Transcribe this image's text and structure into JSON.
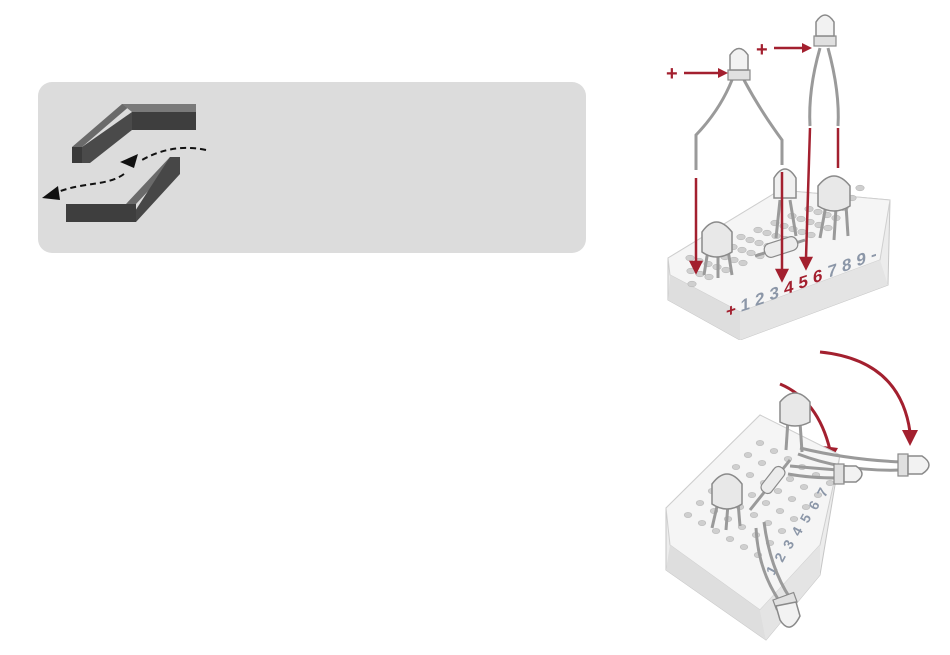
{
  "colors": {
    "panel_bg": "#dcdcdc",
    "accent_red": "#a3202f",
    "number_gray": "#8c97a8",
    "number_red": "#a3202f",
    "board_white": "#f3f3f3",
    "block_dark": "#4a4a4a"
  },
  "icons": {
    "panel_icon": "shortcut-wire-icon",
    "flip_arrow": "curved-arrow-icon"
  },
  "top_board": {
    "plus_label_left": "+",
    "plus_label_right": "+",
    "row_labels": [
      {
        "text": "+",
        "color": "red"
      },
      {
        "text": "1",
        "color": "gray"
      },
      {
        "text": "2",
        "color": "gray"
      },
      {
        "text": "3",
        "color": "gray"
      },
      {
        "text": "4",
        "color": "red"
      },
      {
        "text": "5",
        "color": "red"
      },
      {
        "text": "6",
        "color": "red"
      },
      {
        "text": "7",
        "color": "gray"
      },
      {
        "text": "8",
        "color": "gray"
      },
      {
        "text": "9",
        "color": "gray"
      },
      {
        "text": "-",
        "color": "gray"
      }
    ]
  },
  "bottom_board": {
    "row_labels": [
      "1",
      "2",
      "3",
      "4",
      "5",
      "6",
      "7"
    ]
  }
}
